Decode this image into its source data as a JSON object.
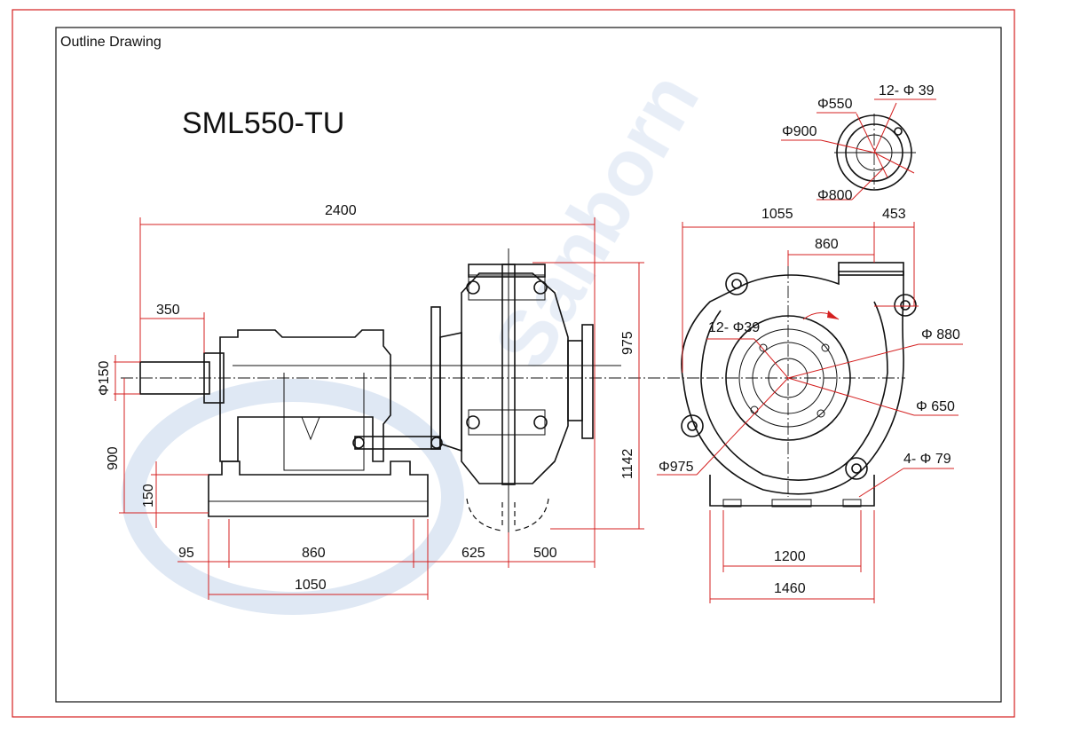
{
  "header": {
    "label": "Outline Drawing"
  },
  "title": "SML550-TU",
  "side_view": {
    "overall_length": "2400",
    "shaft_extension": "350",
    "shaft_diameter": "Φ150",
    "shaft_height": "900",
    "base_height": "150",
    "offset_95": "95",
    "base_length": "860",
    "base_total": "1050",
    "casing_span": "625",
    "discharge_offset": "500",
    "discharge_height_top": "975",
    "discharge_height": "1142"
  },
  "front_view": {
    "width_left": "1055",
    "width_right": "453",
    "discharge_offset": "860",
    "bolt_holes": "12- Φ39",
    "diameter_880": "Φ 880",
    "diameter_650": "Φ 650",
    "diameter_975": "Φ975",
    "foot_holes": "4- Φ 79",
    "foot_span": "1200",
    "foot_total": "1460"
  },
  "flange_view": {
    "diameter_550": "Φ550",
    "bolt_holes": "12- Φ 39",
    "diameter_900": "Φ900",
    "diameter_800": "Φ800"
  }
}
